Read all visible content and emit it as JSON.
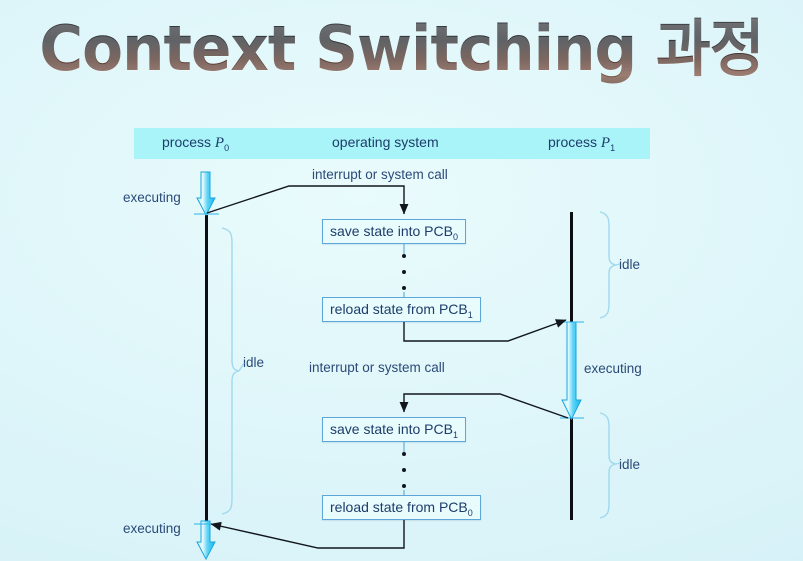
{
  "title": "Context Switching 과정",
  "colors": {
    "background": "#e2f8fa",
    "header_band": "#a9f4f8",
    "box_fill": "#e8fbfd",
    "box_border": "#5fa6d8",
    "text_blue": "#2b4a78",
    "timeline_black": "#0b0e12",
    "arrow_cyan": "#29c6f5",
    "brace_blue": "#9fd9ef"
  },
  "header": {
    "process_left_prefix": "process",
    "process_left_symbol": "P",
    "process_left_sub": "0",
    "operating_system": "operating system",
    "process_right_prefix": "process",
    "process_right_symbol": "P",
    "process_right_sub": "1"
  },
  "labels": {
    "interrupt_1": "interrupt or system call",
    "interrupt_2": "interrupt or system call",
    "executing_left_top": "executing",
    "executing_left_bottom": "executing",
    "executing_right": "executing",
    "idle_left": "idle",
    "idle_right_top": "idle",
    "idle_right_bottom": "idle"
  },
  "boxes": [
    {
      "id": "save-state-pcb0",
      "text": "save state into PCB",
      "sub": "0"
    },
    {
      "id": "reload-state-pcb1",
      "text": "reload state from PCB",
      "sub": "1"
    },
    {
      "id": "save-state-pcb1",
      "text": "save state into PCB",
      "sub": "1"
    },
    {
      "id": "reload-state-pcb0",
      "text": "reload state from PCB",
      "sub": "0"
    }
  ],
  "ellipsis": {
    "glyph": "•",
    "count": 3
  }
}
